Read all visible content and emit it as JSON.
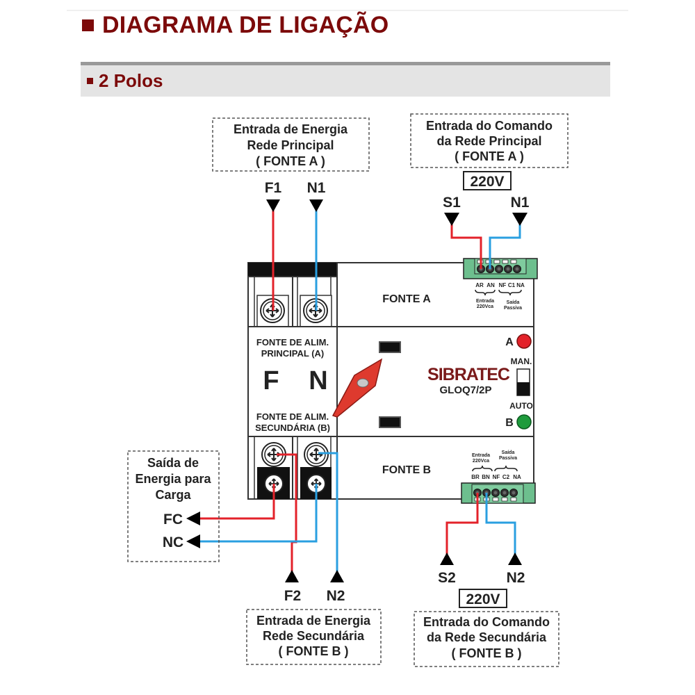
{
  "header": {
    "title": "DIAGRAMA DE LIGAÇÃO",
    "section": "2 Polos"
  },
  "boxes": {
    "energy_a": [
      "Entrada de Energia",
      "Rede Principal",
      "( FONTE A )"
    ],
    "command_a": [
      "Entrada do Comando",
      "da Rede Principal",
      "( FONTE A )"
    ],
    "load": [
      "Saída de",
      "Energia para",
      "Carga"
    ],
    "energy_b": [
      "Entrada de Energia",
      "Rede Secundária",
      "( FONTE B )"
    ],
    "command_b": [
      "Entrada do Comando",
      "da Rede Secundária",
      "( FONTE B )"
    ]
  },
  "voltage_a": "220V",
  "voltage_b": "220V",
  "terminals": {
    "f1": "F1",
    "n1_power": "N1",
    "s1": "S1",
    "n1_cmd": "N1",
    "fc": "FC",
    "nc": "NC",
    "f2": "F2",
    "n2_power": "N2",
    "s2": "S2",
    "n2_cmd": "N2"
  },
  "device": {
    "fonte_a": "FONTE A",
    "fonte_b": "FONTE B",
    "alim_principal": [
      "FONTE DE ALIM.",
      "PRINCIPAL (A)"
    ],
    "alim_secundaria": [
      "FONTE DE ALIM.",
      "SECUNDÁRIA (B)"
    ],
    "letter_f": "F",
    "letter_n": "N",
    "brand": "SIBRATEC",
    "model": "GLOQ7/2P",
    "led_a": "A",
    "led_b": "B",
    "mode_man": "MAN.",
    "mode_auto": "AUTO",
    "connector_a_pins": [
      "AR",
      "AN",
      "NF",
      "C1",
      "NA"
    ],
    "connector_a_groups": [
      [
        "Entrada",
        "220Vca"
      ],
      [
        "Saída",
        "Passiva"
      ]
    ],
    "connector_b_pins": [
      "BR",
      "BN",
      "NF",
      "C2",
      "NA"
    ],
    "connector_b_groups": [
      [
        "Entrada",
        "220Vca"
      ],
      [
        "Saída",
        "Passiva"
      ]
    ]
  },
  "colors": {
    "title": "#7c0a0a",
    "phase_wire": "#e3222a",
    "neutral_wire": "#2a9fe0",
    "led_a": "#e3222a",
    "led_b": "#1e9b3c",
    "connector": "#6dbf8e",
    "handle": "#de3a2e",
    "brand": "#7a1a1a"
  }
}
